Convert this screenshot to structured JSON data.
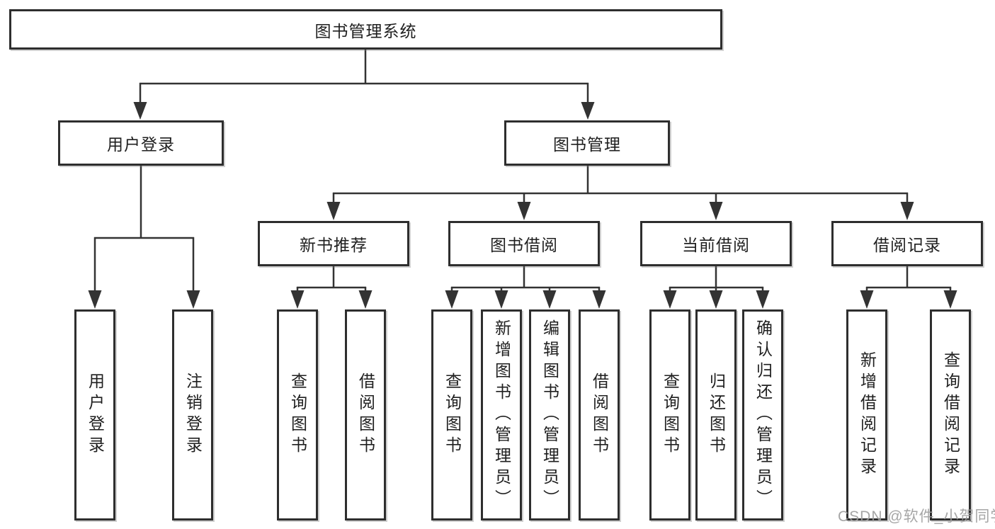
{
  "diagram_title": "图书管理系统",
  "tree": {
    "label": "图书管理系统",
    "children": [
      {
        "label": "用户登录",
        "children": [
          {
            "label": "用户登录"
          },
          {
            "label": "注销登录"
          }
        ]
      },
      {
        "label": "图书管理",
        "children": [
          {
            "label": "新书推荐",
            "children": [
              {
                "label": "查询图书"
              },
              {
                "label": "借阅图书"
              }
            ]
          },
          {
            "label": "图书借阅",
            "children": [
              {
                "label": "查询图书"
              },
              {
                "label": "新增图书（管理员）"
              },
              {
                "label": "编辑图书（管理员）"
              },
              {
                "label": "借阅图书"
              }
            ]
          },
          {
            "label": "当前借阅",
            "children": [
              {
                "label": "查询图书"
              },
              {
                "label": "归还图书"
              },
              {
                "label": "确认归还（管理员）"
              }
            ]
          },
          {
            "label": "借阅记录",
            "children": [
              {
                "label": "新增借阅记录"
              },
              {
                "label": "查询借阅记录"
              }
            ]
          }
        ]
      }
    ]
  },
  "watermark": {
    "text": "CSDN @软件_小贺同学"
  },
  "colors": {
    "line": "#333333",
    "box_border": "#2e2e2e",
    "box_fill": "#ffffff",
    "text": "#1f1f1f",
    "watermark": "#9e9e9e",
    "background": "#ffffff"
  }
}
